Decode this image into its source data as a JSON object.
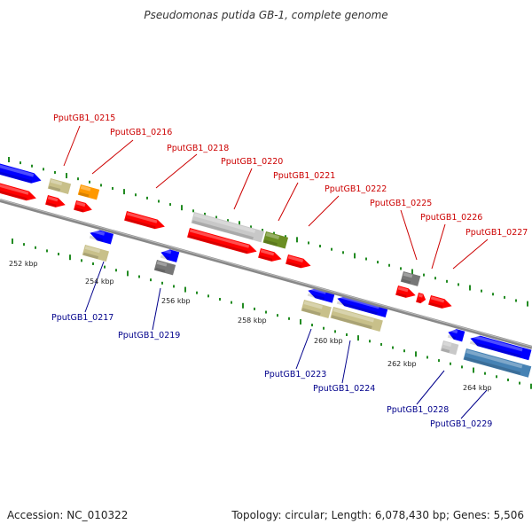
{
  "header": {
    "title": "Pseudomonas putida GB-1, complete genome"
  },
  "footer": {
    "accession": "Accession: NC_010322",
    "summary": "Topology: circular; Length: 6,078,430 bp; Genes: 5,506"
  },
  "colors": {
    "forward_label": "#cc0000",
    "reverse_label": "#00008b",
    "cds": "#ff0000",
    "gene": "#0000ff",
    "khaki": "#c8c08a",
    "gray": "#777777",
    "light_gray": "#c8c8c8",
    "olive": "#6b8e23",
    "orange": "#ff9900",
    "steel_blue": "#4682b4",
    "backbone": "#888888",
    "ticks": "#228b22"
  },
  "ruler": [
    "252 kbp",
    "254 kbp",
    "256 kbp",
    "258 kbp",
    "260 kbp",
    "262 kbp",
    "264 kbp"
  ],
  "forward_labels": [
    "PputGB1_0215",
    "PputGB1_0216",
    "PputGB1_0218",
    "PputGB1_0220",
    "PputGB1_0221",
    "PputGB1_0222",
    "PputGB1_0225",
    "PputGB1_0226",
    "PputGB1_0227"
  ],
  "reverse_labels": [
    "PputGB1_0217",
    "PputGB1_0219",
    "PputGB1_0223",
    "PputGB1_0224",
    "PputGB1_0228",
    "PputGB1_0229"
  ]
}
